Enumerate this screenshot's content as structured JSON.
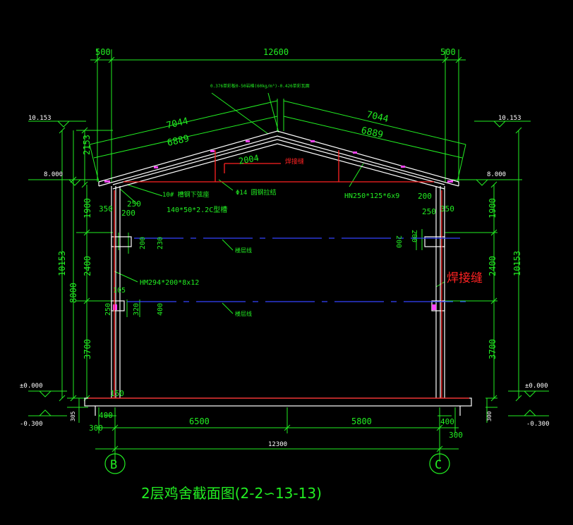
{
  "drawing": {
    "title": "2层鸡舍截面图(2-2∽13-13)",
    "colors": {
      "background": "#000000",
      "dimension": "#22ee22",
      "structure": "#ffffff",
      "weld": "#ff2222",
      "floor_line": "#3344ff",
      "roof_accent": "#ff44ff"
    },
    "top_dims": {
      "left_eave": "500",
      "span": "12600",
      "right_eave": "500"
    },
    "roof": {
      "note": "0.376单彩板0-50岩棉(60kg/m³)-0.426单彩瓦面",
      "left_slope_outer": "7044",
      "left_slope_inner": "6889",
      "right_slope_outer": "7044",
      "right_slope_inner": "6889",
      "brace_dim": "2004",
      "ridge_weld": "焊接缝"
    },
    "elevations": {
      "ridge_left": "10.153",
      "ridge_right": "10.153",
      "eave_left": "8.000",
      "eave_right": "8.000",
      "ground_left": "±0.000",
      "ground_right": "±0.000",
      "foot_left": "-0.300",
      "foot_right": "-0.300"
    },
    "left_dims": {
      "roof_rise": "2153",
      "upper": "1900",
      "middle": "2400",
      "lower": "3700",
      "wall_total": "8000",
      "overall": "10153",
      "plinth": "305"
    },
    "right_dims": {
      "upper": "1900",
      "middle": "2400",
      "lower": "3700",
      "overall": "10153",
      "plinth": "300"
    },
    "labels": {
      "purlin_support": "10# 槽钢下弦座",
      "tie_rod": "Φ14 圆钢拉结",
      "truss_member": "HN250*125*6x9",
      "channel": "140*50*2.2C型槽",
      "column": "HM294*200*8x12",
      "floor_line_upper": "楼层线",
      "floor_line_lower": "楼层线",
      "weld_right": "焊接缝"
    },
    "small_dims": {
      "d250_left": "250",
      "d200_left": "200",
      "d350_left": "350",
      "d200_bracket_a": "200",
      "d230_bracket_b": "230",
      "d105": "105",
      "d250_lower": "250",
      "d320_lower": "320",
      "d400_lower": "400",
      "d150": "150",
      "d200_right": "200",
      "d250_right": "250",
      "d350_right": "350",
      "d200_right_bracket": "200",
      "d200_right_bracket2": "200",
      "d400_base_left": "400",
      "d300_base_left": "300",
      "d400_base_right": "400",
      "d300_base_right": "300"
    },
    "bottom_dims": {
      "left_bay": "6500",
      "right_bay": "5800",
      "total": "12300"
    },
    "axes": {
      "left": "B",
      "right": "C"
    }
  }
}
